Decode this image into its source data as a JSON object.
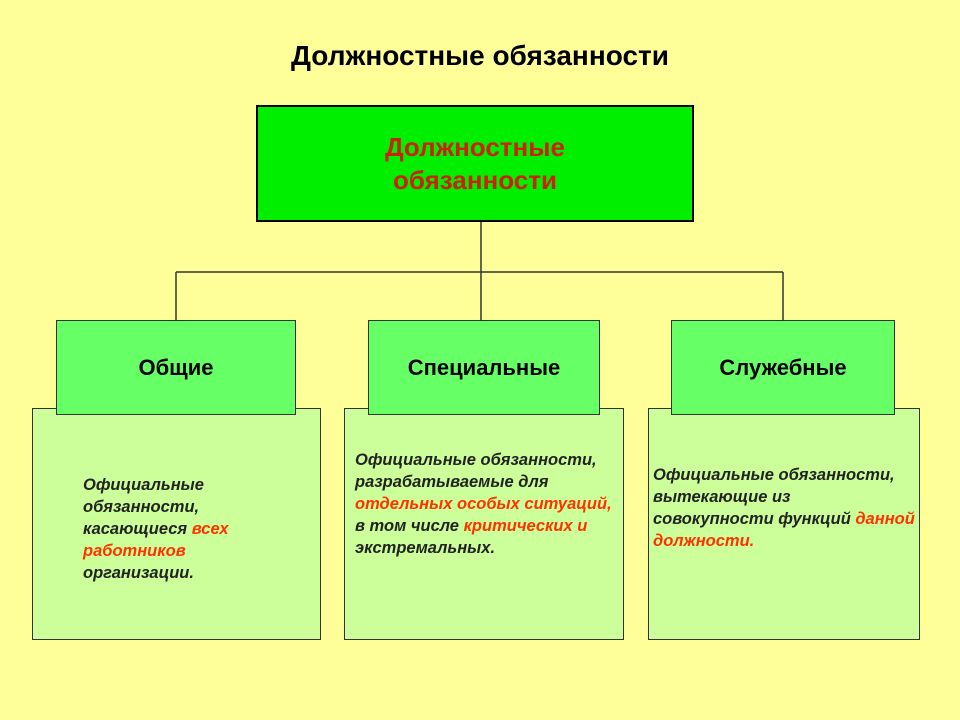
{
  "slide_title": "Должностные обязанности",
  "root": {
    "label": "Должностные обязанности"
  },
  "categories": [
    {
      "label": "Общие",
      "description": {
        "before": "Официальные обязанности, касающиеся ",
        "highlight": "всех работников",
        "after": " организации."
      }
    },
    {
      "label": "Специальные",
      "description": {
        "before": "Официальные обязанности, разрабатываемые для ",
        "highlight": "отдельных особых ситуаций,",
        "after": " в том числе ",
        "highlight2": "критических и",
        "after2": " экстремальных."
      }
    },
    {
      "label": "Служебные",
      "description": {
        "before": "Официальные обязанности, вытекающие из совокупности функций ",
        "highlight": "данной должности."
      }
    }
  ],
  "colors": {
    "background": "#ffff99",
    "root_fill": "#00ee00",
    "root_text": "#cc2200",
    "category_fill": "#66ff66",
    "description_fill": "#ccff99",
    "highlight": "#ff3300"
  }
}
